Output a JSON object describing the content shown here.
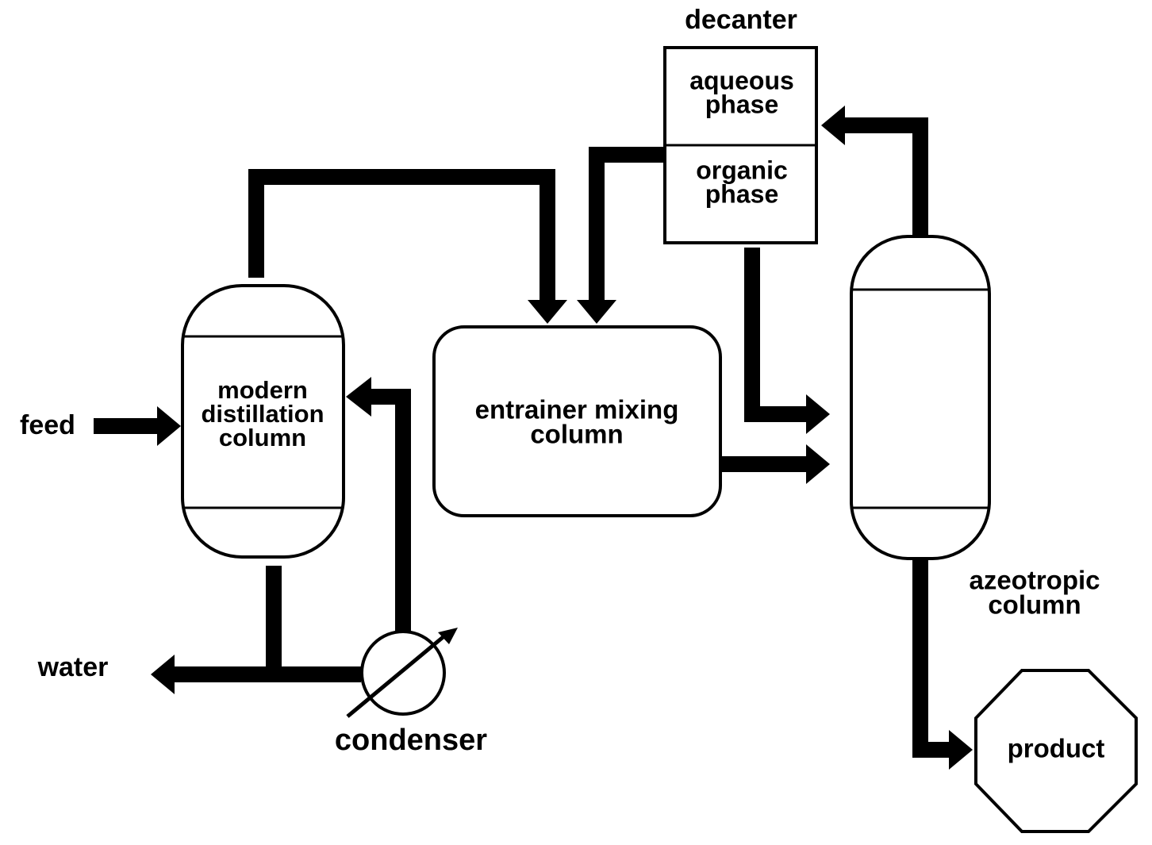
{
  "diagram": {
    "labels": {
      "feed": "feed",
      "water": "water",
      "condenser": "condenser",
      "decanter": "decanter",
      "aqueous_line1": "aqueous",
      "aqueous_line2": "phase",
      "organic_line1": "organic",
      "organic_line2": "phase",
      "distillation_line1": "modern",
      "distillation_line2": "distillation",
      "distillation_line3": "column",
      "mixing_line1": "entrainer mixing",
      "mixing_line2": "column",
      "azeotropic_line1": "azeotropic",
      "azeotropic_line2": "column",
      "product": "product"
    },
    "colors": {
      "stroke": "#000000",
      "fill": "#ffffff"
    }
  }
}
